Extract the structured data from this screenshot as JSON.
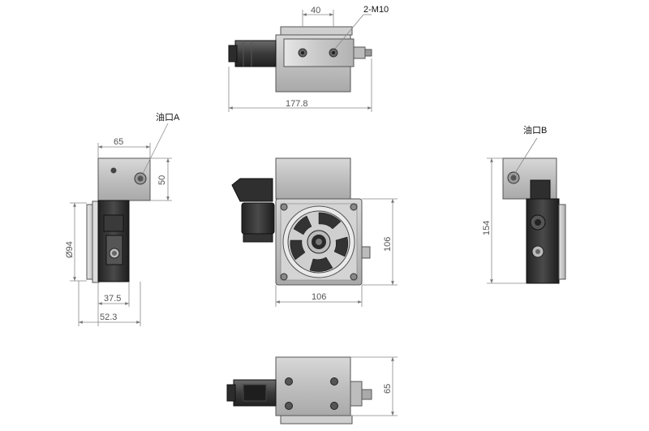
{
  "dimensions": {
    "top_hole_spacing": "40",
    "top_thread_callout": "2-M10",
    "top_overall_length": "177.8",
    "left_width": "65",
    "left_height": "50",
    "left_diameter": "Ø94",
    "left_width_lower": "37.5",
    "left_overall_width": "52.3",
    "front_height": "106",
    "front_width": "106",
    "right_height": "154",
    "bottom_height": "65"
  },
  "labels": {
    "port_a": "油口A",
    "port_b": "油口B"
  }
}
